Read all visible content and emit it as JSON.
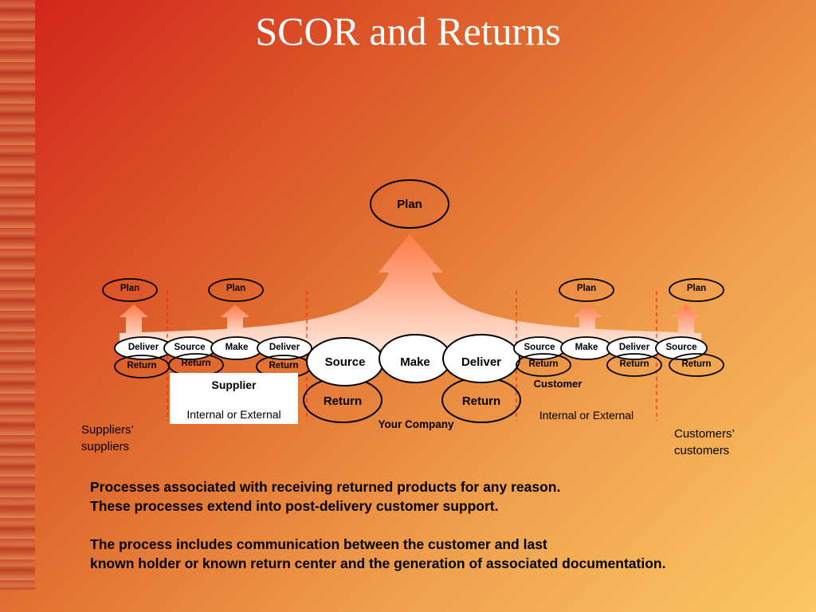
{
  "slide": {
    "title": "SCOR and Returns"
  },
  "diagram": {
    "plan_top": "Plan",
    "plan_small": [
      "Plan",
      "Plan",
      "Plan",
      "Plan"
    ],
    "company": {
      "source": "Source",
      "make": "Make",
      "deliver": "Deliver",
      "return_left": "Return",
      "return_right": "Return",
      "label": "Your Company"
    },
    "supplier_chain": {
      "deliver1": "Deliver",
      "return1": "Return",
      "source": "Source",
      "return2": "Return",
      "make": "Make",
      "deliver2": "Deliver",
      "return3": "Return"
    },
    "customer_chain": {
      "source1": "Source",
      "return1": "Return",
      "make": "Make",
      "deliver": "Deliver",
      "return2": "Return",
      "source2": "Source",
      "return3": "Return"
    },
    "supplier": {
      "title": "Supplier",
      "subtitle": "Internal or External"
    },
    "customer": {
      "title": "Customer",
      "subtitle": "Internal or External"
    },
    "suppliers_suppliers": [
      "Suppliers’",
      "suppliers"
    ],
    "customers_customers": [
      "Customers’",
      "customers"
    ]
  },
  "body": {
    "line1": "Processes associated with receiving returned products for any reason.",
    "line2": "These processes extend into post-delivery customer support.",
    "line3": "The process includes communication between the customer and last",
    "line4": "known holder or known return center and the generation of associated documentation."
  },
  "colors": {
    "arrow": "#ff8a5a",
    "divider": "#ff2200"
  }
}
